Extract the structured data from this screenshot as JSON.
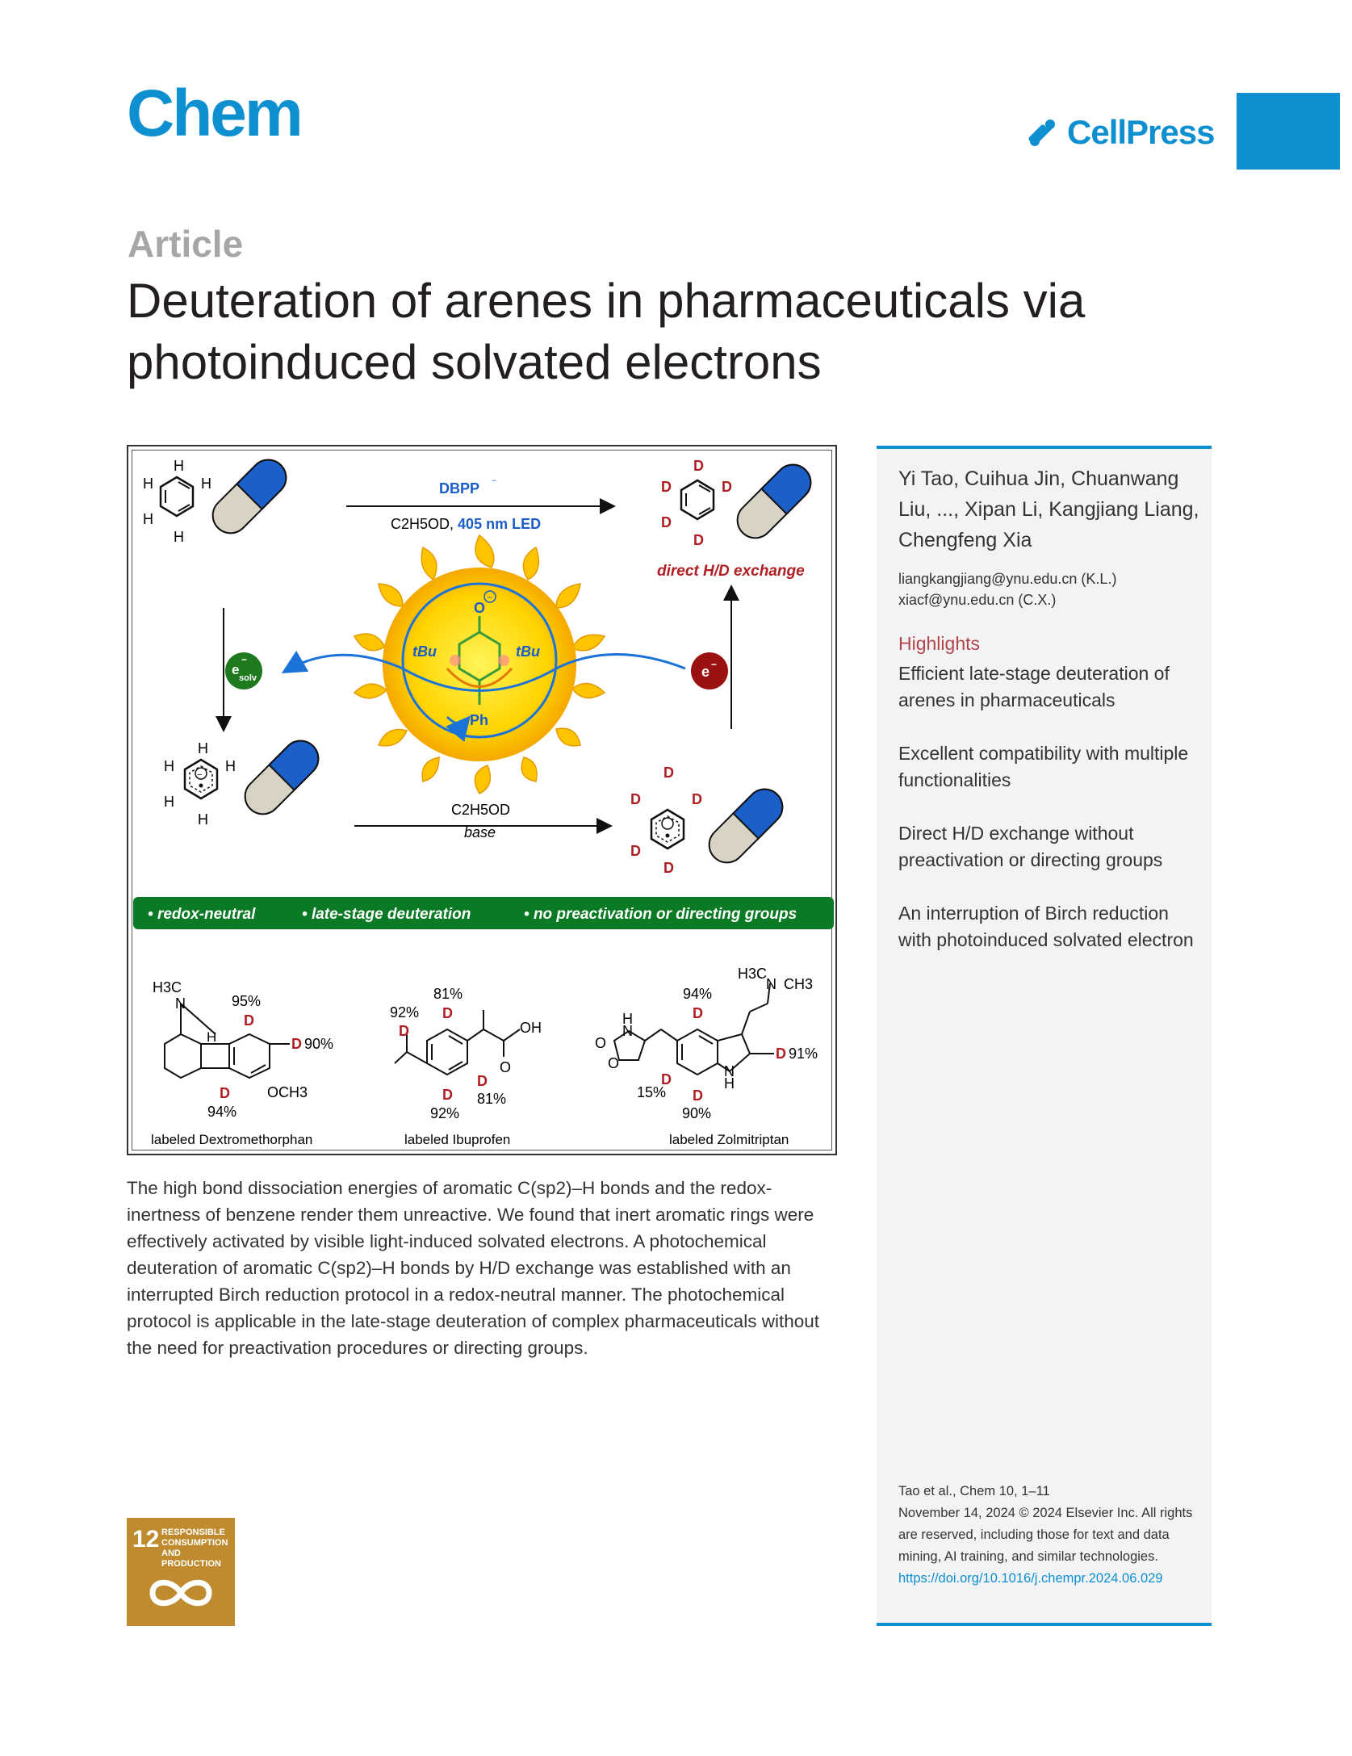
{
  "header": {
    "journal": "Chem",
    "publisher": "CellPress"
  },
  "article": {
    "label": "Article",
    "title": "Deuteration of arenes in pharmaceuticals via photoinduced solvated electrons"
  },
  "figure": {
    "reagent_top": "DBPP",
    "conditions_solvent": "C2H5OD,",
    "conditions_light": "405 nm LED",
    "result_label": "direct H/D exchange",
    "esolv_label": "e",
    "esolv_sub": "solv",
    "electron_label": "e",
    "reaction2_reagent": "C2H5OD",
    "reaction2_base": "base",
    "tbu_left": "tBu",
    "tbu_right": "tBu",
    "ph_label": "Ph",
    "o_label": "O",
    "features": [
      "redox-neutral",
      "late-stage deuteration",
      "no preactivation or directing groups"
    ],
    "products": [
      {
        "name": "labeled Dextromethorphan",
        "values": [
          "95%",
          "90%",
          "94%"
        ],
        "groups": [
          "H3C",
          "N",
          "H",
          "OCH3"
        ]
      },
      {
        "name": "labeled Ibuprofen",
        "values": [
          "81%",
          "92%",
          "81%",
          "92%"
        ],
        "groups": [
          "OH",
          "O"
        ]
      },
      {
        "name": "labeled Zolmitriptan",
        "values": [
          "94%",
          "91%",
          "15%",
          "90%"
        ],
        "groups": [
          "H3C",
          "N",
          "CH3",
          "H",
          "N",
          "O",
          "O",
          "N",
          "H"
        ]
      }
    ],
    "h": "H",
    "d": "D"
  },
  "abstract": "The high bond dissociation energies of aromatic C(sp2)–H bonds and the redox-inertness of benzene render them unreactive. We found that inert aromatic rings were effectively activated by visible light-induced solvated electrons. A photochemical deuteration of aromatic C(sp2)–H bonds by H/D exchange was established with an interrupted Birch reduction protocol in a redox-neutral manner. The photochemical protocol is applicable in the late-stage deuteration of complex pharmaceuticals without the need for preactivation procedures or directing groups.",
  "sidebar": {
    "authors": "Yi Tao, Cuihua Jin, Chuanwang Liu, ..., Xipan Li, Kangjiang Liang, Chengfeng Xia",
    "email1": "liangkangjiang@ynu.edu.cn (K.L.)",
    "email2": "xiacf@ynu.edu.cn (C.X.)",
    "highlights_title": "Highlights",
    "highlights": [
      "Efficient late-stage deuteration of arenes in pharmaceuticals",
      "Excellent compatibility with multiple functionalities",
      "Direct H/D exchange without preactivation or directing groups",
      "An interruption of Birch reduction with photoinduced solvated electron"
    ],
    "citation_line1": "Tao et al., Chem 10, 1–11",
    "citation_line2": "November 14, 2024 © 2024 Elsevier Inc. All rights are reserved, including those for text and data mining, AI training, and similar technologies.",
    "doi": "https://doi.org/10.1016/j.chempr.2024.06.029"
  },
  "sdg": {
    "number": "12",
    "text": "RESPONSIBLE CONSUMPTION AND PRODUCTION"
  },
  "colors": {
    "brand_blue": "#0d8fd0",
    "deuterium_red": "#b01e23",
    "banner_green": "#0a7a24",
    "sdg_gold": "#bf8b2e"
  }
}
